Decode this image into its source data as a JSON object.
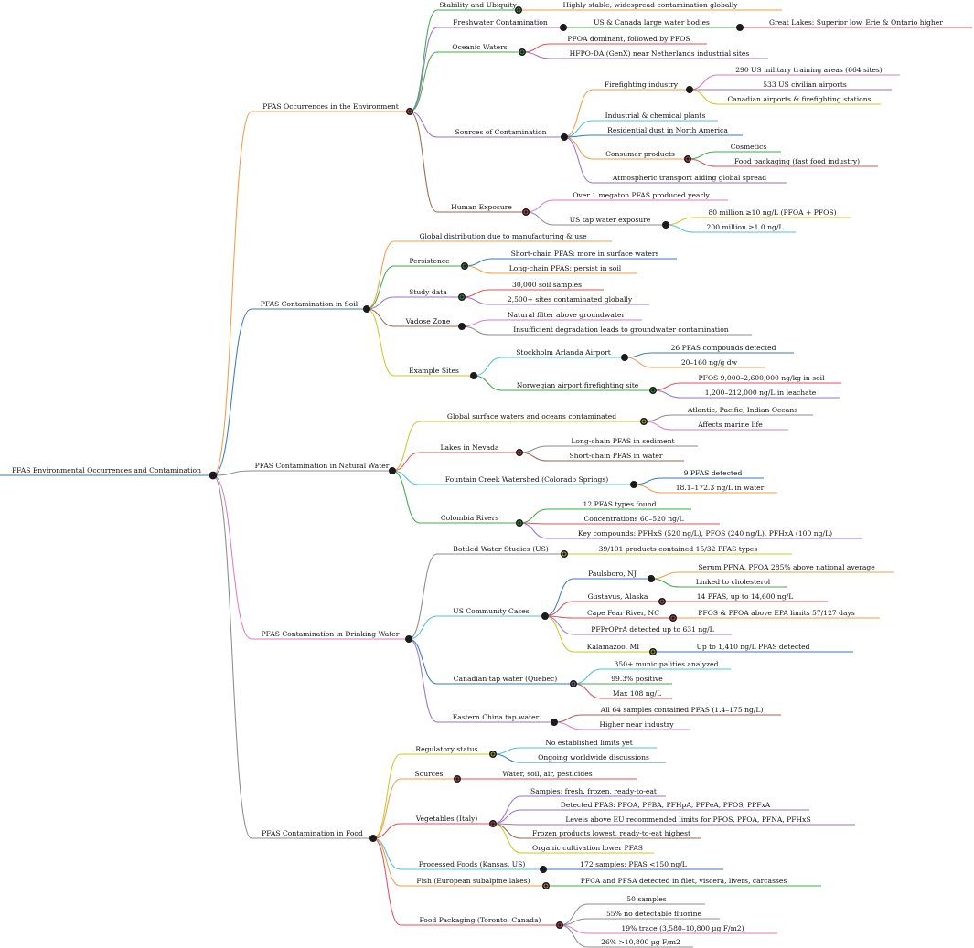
{
  "palette": {
    "orange": "#f39c4a",
    "blue": "#3a7abf",
    "gray": "#8c8c8c",
    "pink": "#de7cc4",
    "olive": "#c9c92b",
    "purple": "#9a72c9",
    "green": "#3faa4a",
    "red": "#e0525a",
    "brown": "#9b6a52",
    "cyan": "#4cc3d9",
    "dot_fill": "#1b1b1b"
  },
  "root": {
    "label": "PFAS Environmental Occurrences and Contamination",
    "children": [
      {
        "label": "PFAS Occurrences in the Environment",
        "children": [
          {
            "label": "Stability and Ubiquity",
            "children": [
              {
                "label": "Highly stable, widespread contamination globally"
              }
            ]
          },
          {
            "label": "Freshwater Contamination",
            "children": [
              {
                "label": "US & Canada large water bodies",
                "children": [
                  {
                    "label": "Great Lakes: Superior low, Erie & Ontario higher"
                  }
                ]
              }
            ]
          },
          {
            "label": "Oceanic Waters",
            "children": [
              {
                "label": "PFOA dominant, followed by PFOS"
              },
              {
                "label": "HFPO-DA (GenX) near Netherlands industrial sites"
              }
            ]
          },
          {
            "label": "Sources of Contamination",
            "children": [
              {
                "label": "Firefighting industry",
                "children": [
                  {
                    "label": "290 US military training areas (664 sites)"
                  },
                  {
                    "label": "533 US civilian airports"
                  },
                  {
                    "label": "Canadian airports & firefighting stations"
                  }
                ]
              },
              {
                "label": "Industrial & chemical plants"
              },
              {
                "label": "Residential dust in North America"
              },
              {
                "label": "Consumer products",
                "children": [
                  {
                    "label": "Cosmetics"
                  },
                  {
                    "label": "Food packaging (fast food industry)"
                  }
                ]
              },
              {
                "label": "Atmospheric transport aiding global spread"
              }
            ]
          },
          {
            "label": "Human Exposure",
            "children": [
              {
                "label": "Over 1 megaton PFAS produced yearly"
              },
              {
                "label": "US tap water exposure",
                "children": [
                  {
                    "label": "80 million ≥10 ng/L (PFOA + PFOS)"
                  },
                  {
                    "label": "200 million ≥1.0 ng/L"
                  }
                ]
              }
            ]
          }
        ]
      },
      {
        "label": "PFAS Contamination in Soil",
        "children": [
          {
            "label": "Global distribution due to manufacturing & use"
          },
          {
            "label": "Persistence",
            "children": [
              {
                "label": "Short-chain PFAS: more in surface waters"
              },
              {
                "label": "Long-chain PFAS: persist in soil"
              }
            ]
          },
          {
            "label": "Study data",
            "children": [
              {
                "label": "30,000 soil samples"
              },
              {
                "label": "2,500+ sites contaminated globally"
              }
            ]
          },
          {
            "label": "Vadose Zone",
            "children": [
              {
                "label": "Natural filter above groundwater"
              },
              {
                "label": "Insufficient degradation leads to groundwater contamination"
              }
            ]
          },
          {
            "label": "Example Sites",
            "children": [
              {
                "label": "Stockholm Arlanda Airport",
                "children": [
                  {
                    "label": "26 PFAS compounds detected"
                  },
                  {
                    "label": "20–160 ng/g dw"
                  }
                ]
              },
              {
                "label": "Norwegian airport firefighting site",
                "children": [
                  {
                    "label": "PFOS 9,000–2,600,000 ng/kg in soil"
                  },
                  {
                    "label": "1,200–212,000 ng/L in leachate"
                  }
                ]
              }
            ]
          }
        ]
      },
      {
        "label": "PFAS Contamination in Natural Water",
        "children": [
          {
            "label": "Global surface waters and oceans contaminated",
            "children": [
              {
                "label": "Atlantic, Pacific, Indian Oceans"
              },
              {
                "label": "Affects marine life"
              }
            ]
          },
          {
            "label": "Lakes in Nevada",
            "children": [
              {
                "label": "Long-chain PFAS in sediment"
              },
              {
                "label": "Short-chain PFAS in water"
              }
            ]
          },
          {
            "label": "Fountain Creek Watershed (Colorado Springs)",
            "children": [
              {
                "label": "9 PFAS detected"
              },
              {
                "label": "18.1–172.3 ng/L in water"
              }
            ]
          },
          {
            "label": "Colombia Rivers",
            "children": [
              {
                "label": "12 PFAS types found"
              },
              {
                "label": "Concentrations 60–520 ng/L"
              },
              {
                "label": "Key compounds: PFHxS (520 ng/L), PFOS (240 ng/L), PFHxA (100 ng/L)"
              }
            ]
          }
        ]
      },
      {
        "label": "PFAS Contamination in Drinking Water",
        "children": [
          {
            "label": "Bottled Water Studies (US)",
            "children": [
              {
                "label": "39/101 products contained 15/32 PFAS types"
              }
            ]
          },
          {
            "label": "US Community Cases",
            "children": [
              {
                "label": "Paulsboro, NJ",
                "children": [
                  {
                    "label": "Serum PFNA, PFOA 285% above national average"
                  },
                  {
                    "label": "Linked to cholesterol"
                  }
                ]
              },
              {
                "label": "Gustavus, Alaska",
                "children": [
                  {
                    "label": "14 PFAS, up to 14,600 ng/L"
                  }
                ]
              },
              {
                "label": "Cape Fear River, NC",
                "children": [
                  {
                    "label": "PFOS & PFOA above EPA limits 57/127 days"
                  }
                ]
              },
              {
                "label": "PFPrOPrA detected up to 631 ng/L"
              },
              {
                "label": "Kalamazoo, MI",
                "children": [
                  {
                    "label": "Up to 1,410 ng/L PFAS detected"
                  }
                ]
              }
            ]
          },
          {
            "label": "Canadian tap water (Quebec)",
            "children": [
              {
                "label": "350+ municipalities analyzed"
              },
              {
                "label": "99.3% positive"
              },
              {
                "label": "Max 108 ng/L"
              }
            ]
          },
          {
            "label": "Eastern China tap water",
            "children": [
              {
                "label": "All 64 samples contained PFAS (1.4–175 ng/L)"
              },
              {
                "label": "Higher near industry"
              }
            ]
          }
        ]
      },
      {
        "label": "PFAS Contamination in Food",
        "children": [
          {
            "label": "Regulatory status",
            "children": [
              {
                "label": "No established limits yet"
              },
              {
                "label": "Ongoing worldwide discussions"
              }
            ]
          },
          {
            "label": "Sources",
            "children": [
              {
                "label": "Water, soil, air, pesticides"
              }
            ]
          },
          {
            "label": "Vegetables (Italy)",
            "children": [
              {
                "label": "Samples: fresh, frozen, ready-to-eat"
              },
              {
                "label": "Detected PFAS: PFOA, PFBA, PFHpA, PFPeA, PFOS, PPFxA"
              },
              {
                "label": "Levels above EU recommended limits for PFOS, PFOA, PFNA, PFHxS"
              },
              {
                "label": "Frozen products lowest, ready-to-eat highest"
              },
              {
                "label": "Organic cultivation lower PFAS"
              }
            ]
          },
          {
            "label": "Processed Foods (Kansas, US)",
            "children": [
              {
                "label": "172 samples: PFAS <150 ng/L"
              }
            ]
          },
          {
            "label": "Fish (European subalpine lakes)",
            "children": [
              {
                "label": "PFCA and PFSA detected in filet, viscera, livers, carcasses"
              }
            ]
          },
          {
            "label": "Food Packaging (Toronto, Canada)",
            "children": [
              {
                "label": "50 samples"
              },
              {
                "label": "55% no detectable fluorine"
              },
              {
                "label": "19% trace (3,580–10,800 µg F/m2)"
              },
              {
                "label": "26% >10,800 µg F/m2"
              }
            ]
          }
        ]
      }
    ]
  }
}
